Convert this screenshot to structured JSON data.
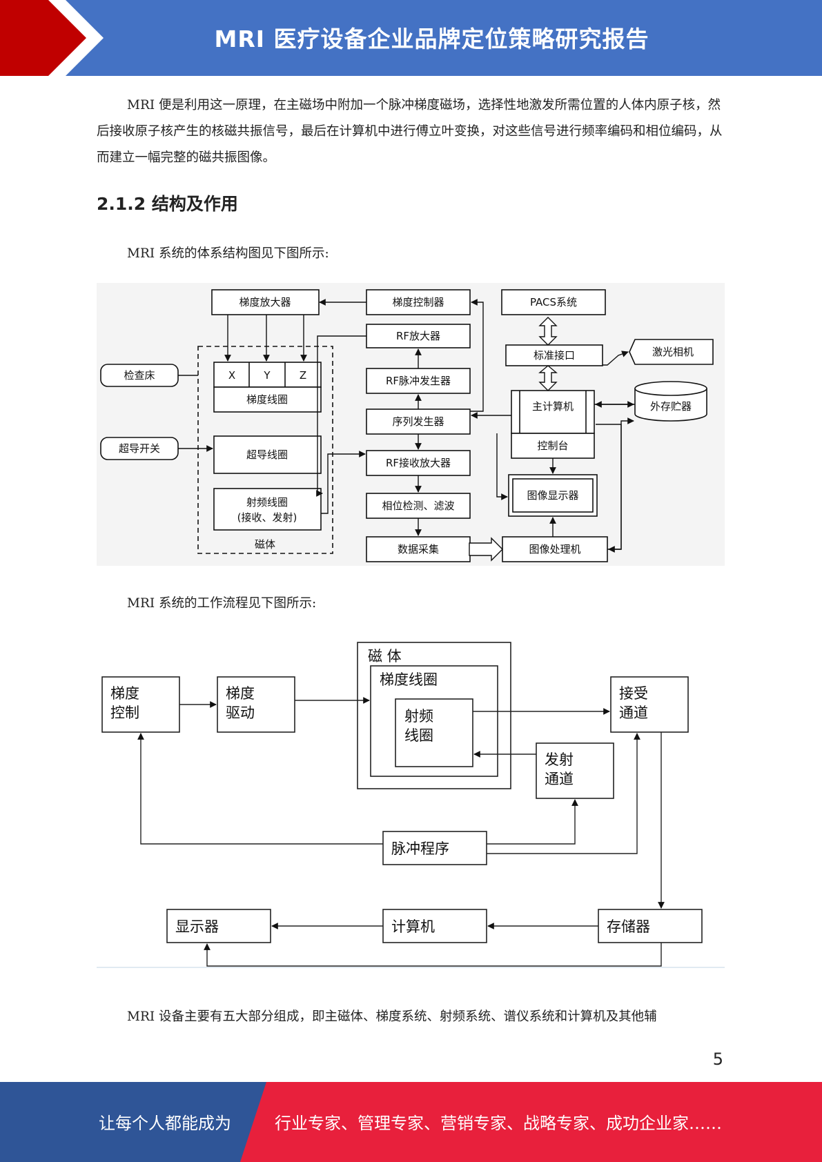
{
  "header": {
    "title": "MRI 医疗设备企业品牌定位策略研究报告",
    "accent_color": "#c00000",
    "bar_color": "#4472c4"
  },
  "paragraphs": {
    "p1": "MRI 便是利用这一原理，在主磁场中附加一个脉冲梯度磁场，选择性地激发所需位置的人体内原子核，然后接收原子核产生的核磁共振信号，最后在计算机中进行傅立叶变换，对这些信号进行频率编码和相位编码，从而建立一幅完整的磁共振图像。",
    "p2": "MRI 系统的体系结构图见下图所示:",
    "p3": "MRI 系统的工作流程见下图所示:",
    "p4": "MRI 设备主要有五大部分组成，即主磁体、梯度系统、射频系统、谱仪系统和计算机及其他辅"
  },
  "section_heading": "2.1.2 结构及作用",
  "diagram1": {
    "labels": {
      "grad_amp": "梯度放大器",
      "grad_ctrl": "梯度控制器",
      "pacs": "PACS系统",
      "rf_amp": "RF放大器",
      "std_iface": "标准接口",
      "laser_cam": "激光相机",
      "exam_bed": "检查床",
      "x": "X",
      "y": "Y",
      "z": "Z",
      "grad_coil": "梯度线圈",
      "rf_pulse": "RF脉冲发生器",
      "main_comp": "主计算机",
      "ext_storage": "外存贮器",
      "seq_gen": "序列发生器",
      "sc_switch": "超导开关",
      "sc_coil": "超导线圈",
      "console": "控制台",
      "rf_recv": "RF接收放大器",
      "rf_coil_1": "射频线圈",
      "rf_coil_2": "(接收、发射)",
      "phase_det": "相位检测、滤波",
      "img_disp": "图像显示器",
      "magnet": "磁体",
      "data_acq": "数据采集",
      "img_proc": "图像处理机"
    }
  },
  "diagram2": {
    "labels": {
      "magnet": "磁  体",
      "grad_coil": "梯度线圈",
      "grad_ctrl_1": "梯度",
      "grad_ctrl_2": "控制",
      "grad_drv_1": "梯度",
      "grad_drv_2": "驱动",
      "rf_coil_1": "射频",
      "rf_coil_2": "线圈",
      "recv_1": "接受",
      "recv_2": "通道",
      "tx_1": "发射",
      "tx_2": "通道",
      "pulse_prog": "脉冲程序",
      "display": "显示器",
      "computer": "计算机",
      "storage": "存储器"
    }
  },
  "page_number": "5",
  "footer": {
    "slogan_left": "让每个人都能成为",
    "slogan_right": "行业专家、管理专家、营销专家、战略专家、成功企业家……",
    "left_color": "#2f5597",
    "right_color": "#e8203c"
  }
}
